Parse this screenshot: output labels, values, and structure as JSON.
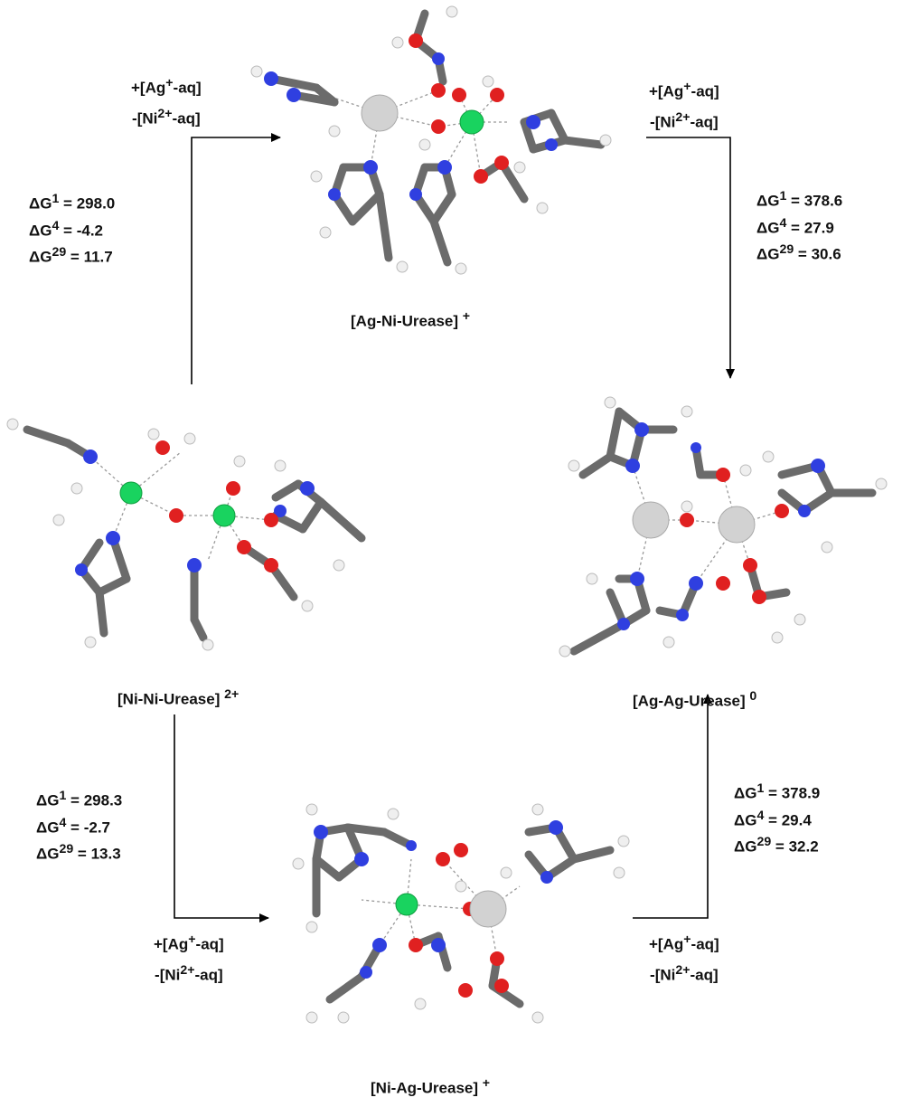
{
  "complexes": {
    "ag_ni": {
      "name": "[Ag-Ni-Urease]",
      "charge": "+"
    },
    "ni_ni": {
      "name": "[Ni-Ni-Urease]",
      "charge": "2+"
    },
    "ag_ag": {
      "name": "[Ag-Ag-Urease]",
      "charge": "0"
    },
    "ni_ag": {
      "name": "[Ni-Ag-Urease]",
      "charge": "+"
    }
  },
  "reaction": {
    "add_base": "+[Ag",
    "add_sup": "+",
    "add_tail": "-aq]",
    "rem_base": "-[Ni",
    "rem_sup": "2+",
    "rem_tail": "-aq]"
  },
  "energies": {
    "top_left": {
      "g1": "298.0",
      "g4": "-4.2",
      "g29": "11.7"
    },
    "top_right": {
      "g1": "378.6",
      "g4": "27.9",
      "g29": "30.6"
    },
    "bottom_left": {
      "g1": "298.3",
      "g4": "-2.7",
      "g29": "13.3"
    },
    "bottom_right": {
      "g1": "378.9",
      "g4": "29.4",
      "g29": "32.2"
    }
  },
  "energy_symbols": {
    "delta": "ΔG",
    "s1": "1",
    "s4": "4",
    "s29": "29"
  },
  "colors": {
    "carbon": "#6b6b6b",
    "nitrogen": "#2f3fe0",
    "oxygen": "#e02020",
    "hydrogen": "#efefef",
    "nickel": "#19d35f",
    "silver": "#d2d2d2",
    "arrow": "#000000"
  }
}
